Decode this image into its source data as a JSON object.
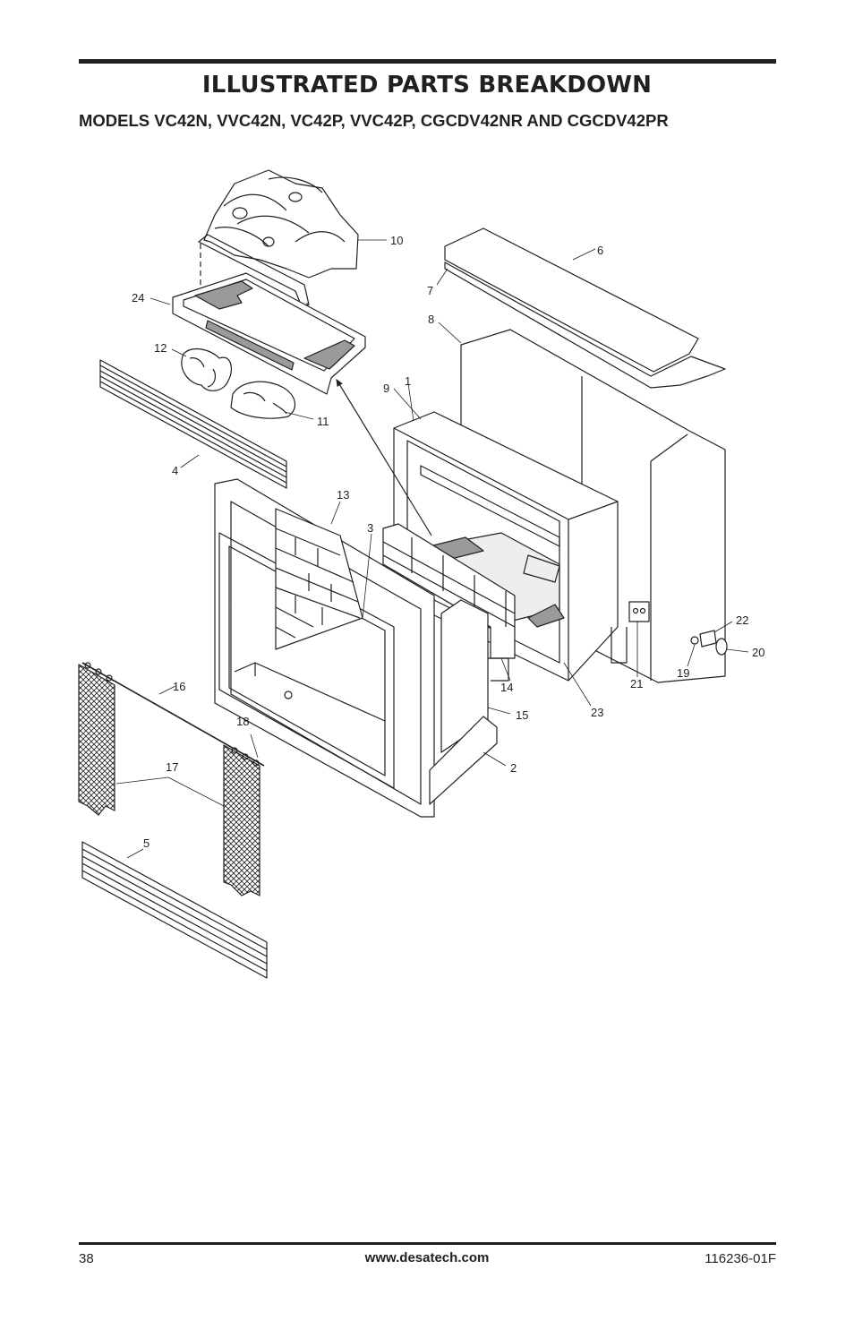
{
  "header": {
    "title": "ILLUSTRATED PARTS BREAKDOWN",
    "subtitle": "MODELS VC42N, VVC42N, VC42P, VVC42P, CGCDV42NR AND CGCDV42PR"
  },
  "callouts": [
    "10",
    "6",
    "7",
    "8",
    "24",
    "12",
    "9",
    "1",
    "11",
    "4",
    "13",
    "3",
    "22",
    "20",
    "19",
    "21",
    "14",
    "15",
    "23",
    "16",
    "18",
    "2",
    "17",
    "5"
  ],
  "footer": {
    "page_number": "38",
    "website": "www.desatech.com",
    "doc_number": "116236-01F"
  }
}
